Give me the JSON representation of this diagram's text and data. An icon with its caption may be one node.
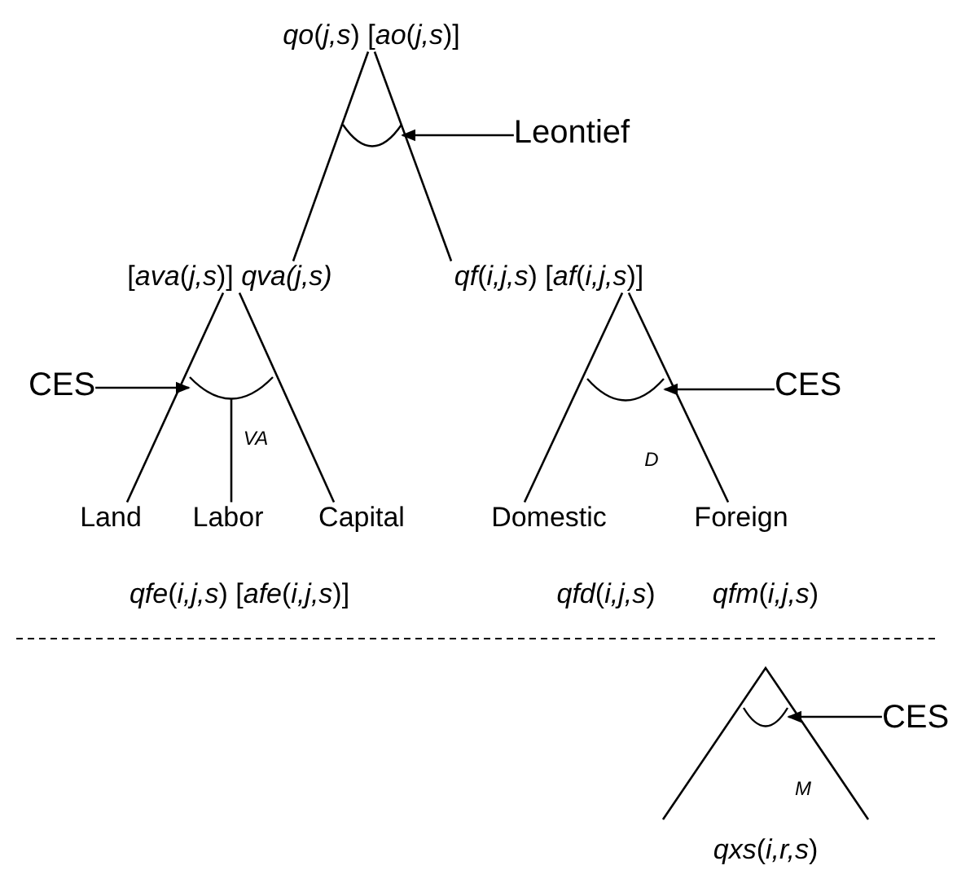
{
  "diagram": {
    "nodes": [
      {
        "text": [
          "*qo*(*j,s*) [*ao*(*j,s*)]"
        ]
      },
      {
        "text": [
          "Leontief"
        ]
      },
      {
        "text": [
          "[*ava*(*j,s*)] *qva(j,s)*"
        ]
      },
      {
        "text": [
          "*qf*(*i,j,s*) [*af*(*i,j,s*)]"
        ]
      },
      {
        "text": [
          "CES"
        ]
      },
      {
        "text": [
          "CES"
        ]
      },
      {
        "text": [
          "Land"
        ]
      },
      {
        "text": [
          "Labor"
        ]
      },
      {
        "text": [
          "Capital"
        ]
      },
      {
        "text": [
          "Domestic"
        ]
      },
      {
        "text": [
          "Foreign"
        ]
      },
      {
        "text": [
          "CES"
        ]
      },
      {
        "text": [
          "*qxs*(*i,r,s*)"
        ]
      },
      {
        "text": [],
        "shape": "arc"
      },
      {
        "text": [],
        "shape": "arc"
      },
      {
        "text": [],
        "shape": "arc"
      },
      {
        "text": [],
        "shape": "arc"
      }
    ],
    "edges": [
      {
        "from": 0,
        "to": 2,
        "arrow": "none"
      },
      {
        "from": 0,
        "to": 3,
        "arrow": "none"
      },
      {
        "from": 1,
        "to": 13,
        "arrow": "to"
      },
      {
        "from": 4,
        "to": 14,
        "arrow": "to"
      },
      {
        "from": 5,
        "to": 15,
        "arrow": "to"
      },
      {
        "from": 2,
        "to": 6,
        "arrow": "none"
      },
      {
        "from": 14,
        "to": 7,
        "arrow": "none"
      },
      {
        "from": 2,
        "to": 8,
        "arrow": "none"
      },
      {
        "from": 3,
        "to": 9,
        "arrow": "none"
      },
      {
        "from": 3,
        "to": 10,
        "arrow": "none"
      },
      {
        "from": 11,
        "to": 16,
        "arrow": "to"
      }
    ],
    "labels": [
      "VA",
      "D",
      "*qfe*(*i,j,s*) [*afe*(*i,j,s*)]",
      "*qfd*(*i,j,s*)",
      "*qfm*(*i,j,s*)",
      "M"
    ]
  }
}
